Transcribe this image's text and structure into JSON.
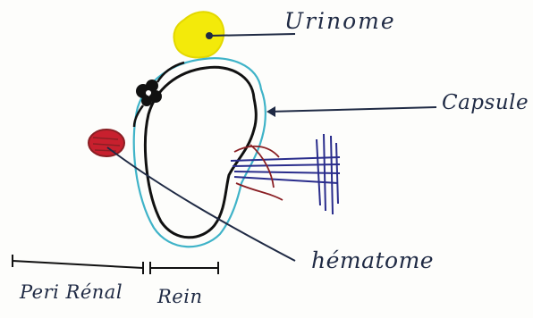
{
  "labels": {
    "urinome": "Urinome",
    "capsule": "Capsule",
    "hematome": "hématome",
    "peri_renal": "Peri Rénal",
    "rein": "Rein"
  },
  "colors": {
    "ink": "#1f2a44",
    "urinome_fill": "#f3ea0a",
    "hematoma_fill": "#c8202e",
    "capsule_outline": "#3fb3c8",
    "vessels_blue": "#2a2d8c",
    "vessels_red": "#8a1f24"
  }
}
